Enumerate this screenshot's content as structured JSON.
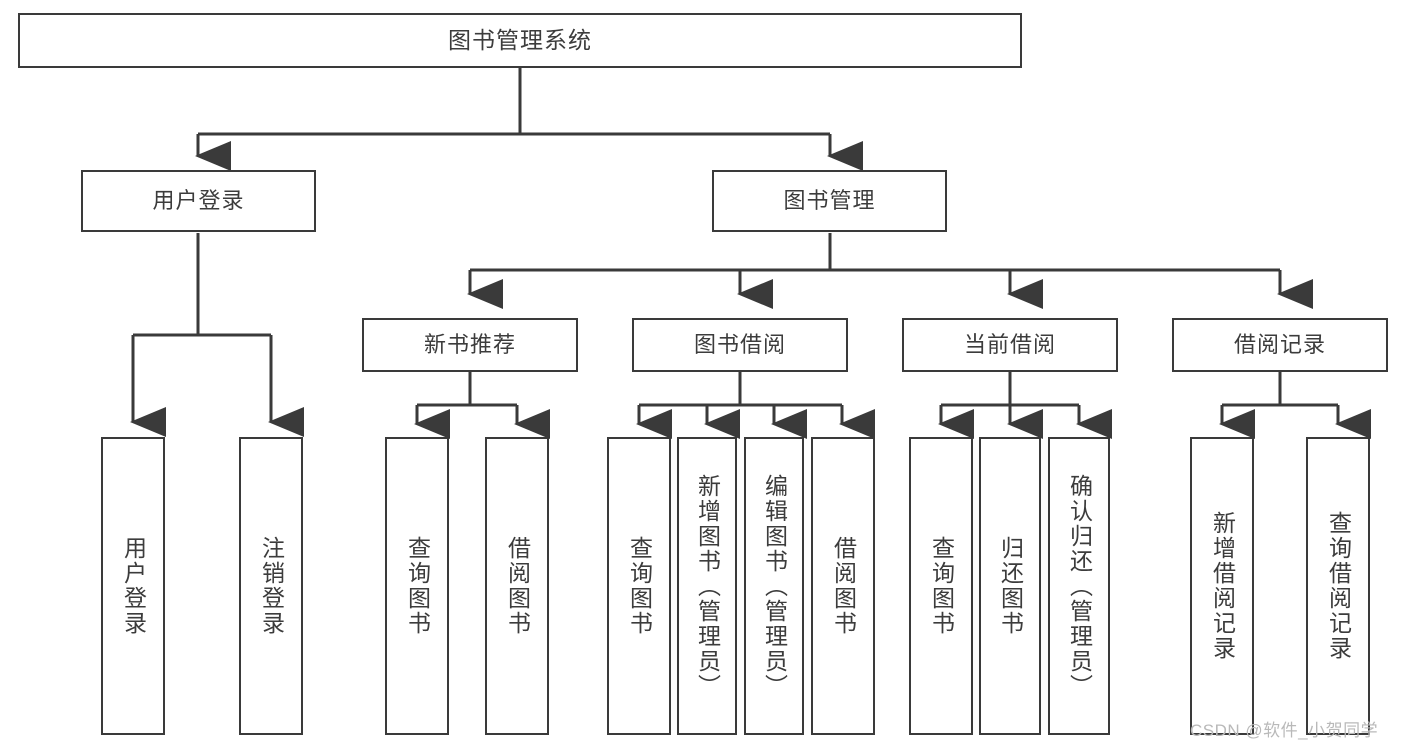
{
  "diagram": {
    "title": "图书管理系统",
    "type": "hierarchy-tree",
    "orientation": "top-down",
    "line_color": "#3a3a3a",
    "box_fill": "#ffffff",
    "text_color": "#3c3c3c",
    "levels": 4
  },
  "nodes": {
    "root": {
      "label": "图书管理系统",
      "level": 1,
      "orientation": "horizontal"
    },
    "level2": [
      {
        "label": "用户登录",
        "level": 2,
        "orientation": "horizontal"
      },
      {
        "label": "图书管理",
        "level": 2,
        "orientation": "horizontal"
      }
    ],
    "level3": [
      {
        "label": "新书推荐",
        "level": 3,
        "orientation": "horizontal"
      },
      {
        "label": "图书借阅",
        "level": 3,
        "orientation": "horizontal"
      },
      {
        "label": "当前借阅",
        "level": 3,
        "orientation": "horizontal"
      },
      {
        "label": "借阅记录",
        "level": 3,
        "orientation": "horizontal"
      }
    ],
    "leaves": {
      "user_login": [
        {
          "label": "用户登录",
          "orientation": "vertical"
        },
        {
          "label": "注销登录",
          "orientation": "vertical"
        }
      ],
      "new_book_recommend": [
        {
          "label": "查询图书",
          "orientation": "vertical"
        },
        {
          "label": "借阅图书",
          "orientation": "vertical"
        }
      ],
      "book_borrow": [
        {
          "label": "查询图书",
          "orientation": "vertical"
        },
        {
          "label": "新增图书（管理员）",
          "orientation": "vertical"
        },
        {
          "label": "编辑图书（管理员）",
          "orientation": "vertical"
        },
        {
          "label": "借阅图书",
          "orientation": "vertical"
        }
      ],
      "current_borrow": [
        {
          "label": "查询图书",
          "orientation": "vertical"
        },
        {
          "label": "归还图书",
          "orientation": "vertical"
        },
        {
          "label": "确认归还（管理员）",
          "orientation": "vertical"
        }
      ],
      "borrow_record": [
        {
          "label": "新增借阅记录",
          "orientation": "vertical"
        },
        {
          "label": "查询借阅记录",
          "orientation": "vertical"
        }
      ]
    }
  },
  "watermark": {
    "text": "CSDN @软件_小贺同学"
  }
}
